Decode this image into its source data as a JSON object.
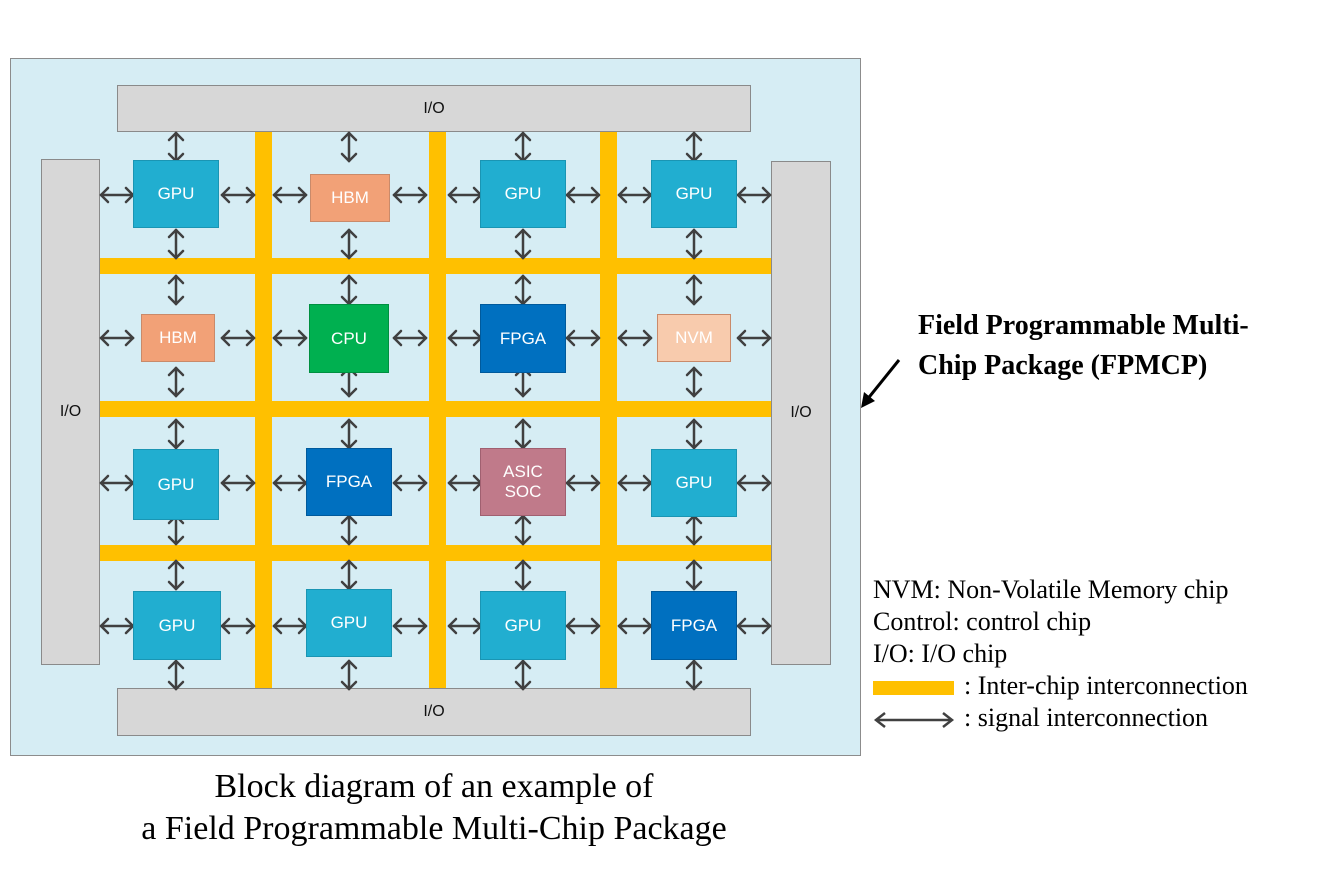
{
  "io_label": "I/O",
  "chips": [
    {
      "label": "GPU",
      "kind": "gpu"
    },
    {
      "label": "HBM",
      "kind": "hbm"
    },
    {
      "label": "GPU",
      "kind": "gpu"
    },
    {
      "label": "GPU",
      "kind": "gpu"
    },
    {
      "label": "HBM",
      "kind": "hbm"
    },
    {
      "label": "CPU",
      "kind": "cpu"
    },
    {
      "label": "FPGA",
      "kind": "fpga"
    },
    {
      "label": "NVM",
      "kind": "nvm"
    },
    {
      "label": "GPU",
      "kind": "gpu"
    },
    {
      "label": "FPGA",
      "kind": "fpga"
    },
    {
      "label": "ASIC SOC",
      "line1": "ASIC",
      "line2": "SOC",
      "kind": "asic"
    },
    {
      "label": "GPU",
      "kind": "gpu"
    },
    {
      "label": "GPU",
      "kind": "gpu"
    },
    {
      "label": "GPU",
      "kind": "gpu"
    },
    {
      "label": "GPU",
      "kind": "gpu"
    },
    {
      "label": "FPGA",
      "kind": "fpga"
    }
  ],
  "package_title_line1": "Field Programmable Multi-",
  "package_title_line2": "Chip Package (FPMCP)",
  "legend": {
    "nvm": "NVM: Non-Volatile Memory chip",
    "control": "Control: control chip",
    "io": "I/O: I/O chip",
    "interchip": ": Inter-chip interconnection",
    "signal": ": signal interconnection"
  },
  "caption_line1": "Block diagram of an example of",
  "caption_line2": "a Field Programmable Multi-Chip Package",
  "colors": {
    "board": "#d6edf4",
    "io_chip": "#d7d7d7",
    "interconnect": "#ffc000",
    "gpu": "#21aed0",
    "hbm": "#f2a177",
    "nvm": "#f8cbad",
    "cpu": "#00b050",
    "fpga": "#0070c0",
    "asic_soc": "#c07a8a",
    "arrow": "#404040"
  }
}
